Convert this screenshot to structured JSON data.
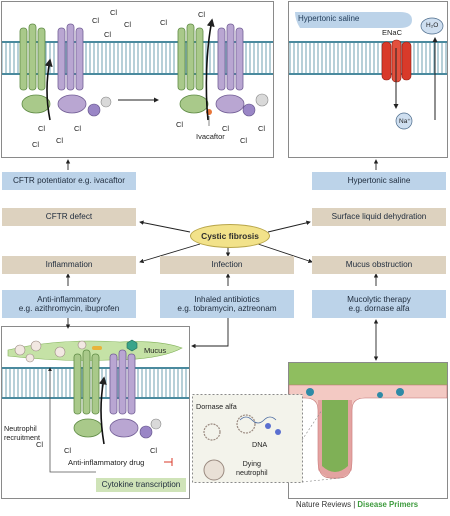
{
  "center": {
    "label": "Cystic fibrosis"
  },
  "boxes": {
    "potentiator": "CFTR  potentiator e.g. ivacaftor",
    "cftr_defect": "CFTR defect",
    "hypertonic": "Hypertonic saline",
    "dehydration": "Surface liquid dehydration",
    "inflammation": "Inflammation",
    "infection": "Infection",
    "mucus_obstruction": "Mucus obstruction",
    "anti_inflammatory": [
      "Anti-inflammatory",
      "e.g. azithromycin, ibuprofen"
    ],
    "antibiotics": [
      "Inhaled antibiotics",
      "e.g. tobramycin, aztreonam"
    ],
    "mucolytic": [
      "Mucolytic therapy",
      "e.g. dornase alfa"
    ],
    "cytokine": "Cytokine transcription"
  },
  "labels": {
    "chloride": "Cl",
    "ivacaftor": "Ivacaftor",
    "hypertonic_saline_top": "Hypertonic saline",
    "enac": "ENaC",
    "water": "H₂O",
    "sodium": "Na⁺",
    "mucus": "Mucus",
    "neutrophil_recruitment": [
      "Neutrophil",
      "recruitment"
    ],
    "anti_inflammatory_drug": "Anti-inflammatory drug",
    "dornase": "Dornase alfa",
    "dna": "DNA",
    "dying_neutrophil": [
      "Dying",
      "neutrophil"
    ]
  },
  "credit": {
    "journal": "Nature Reviews",
    "separator": "|",
    "series": "Disease Primers"
  },
  "colors": {
    "box_blue": "#bcd3e9",
    "box_tan": "#ddd2bf",
    "membrane": "#4a8a9e",
    "cftr_green": "#a9c98a",
    "cftr_purple": "#b9a6d2",
    "enac_red": "#d93a2a",
    "oval_yellow": "#f2e28a",
    "airway_pink": "#d98b8b",
    "mucus_green": "#8fbe5f"
  }
}
